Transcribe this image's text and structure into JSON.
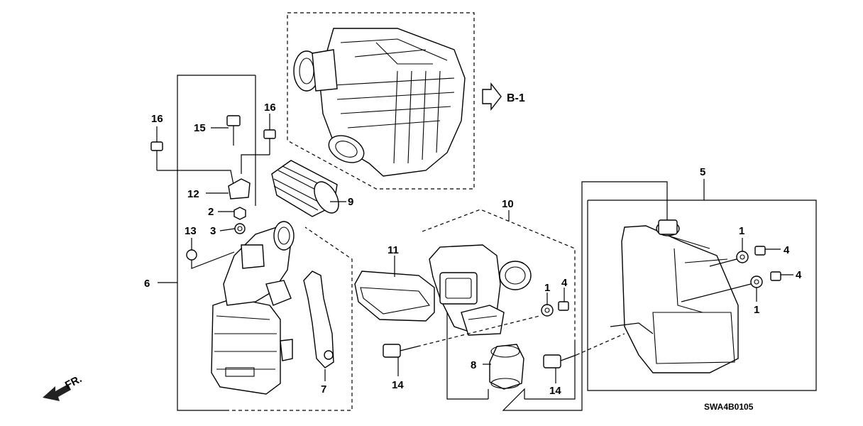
{
  "callouts": {
    "p1a": "1",
    "p1b": "1",
    "p1c": "1",
    "p2": "2",
    "p3": "3",
    "p4a": "4",
    "p4b": "4",
    "p4c": "4",
    "p5": "5",
    "p6": "6",
    "p7": "7",
    "p8": "8",
    "p9": "9",
    "p10": "10",
    "p11": "11",
    "p12": "12",
    "p13": "13",
    "p14a": "14",
    "p14b": "14",
    "p15": "15",
    "p16a": "16",
    "p16b": "16"
  },
  "section_ref": "B-1",
  "front_indicator": "FR.",
  "diagram_code": "SWA4B0105"
}
